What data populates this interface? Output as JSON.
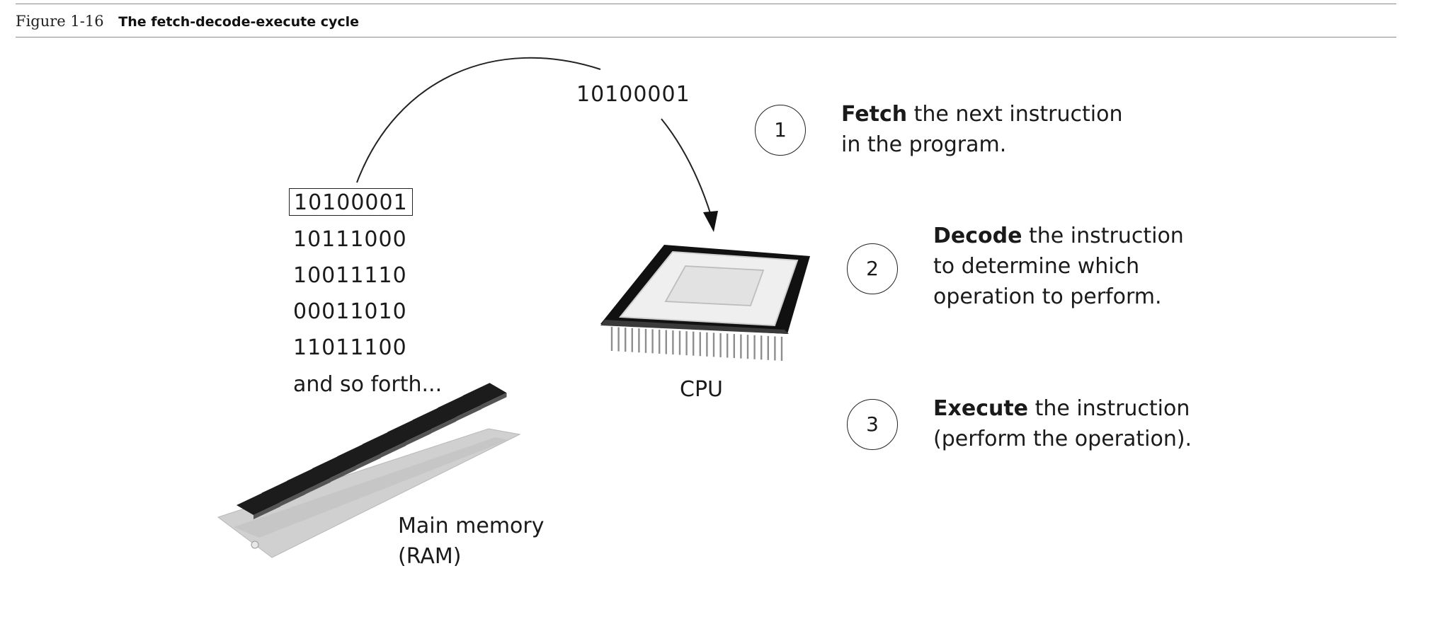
{
  "caption": {
    "number": "Figure 1-16",
    "title": "The fetch-decode-execute cycle"
  },
  "fetched_instruction": "10100001",
  "memory": {
    "lines": [
      "10100001",
      "10111000",
      "10011110",
      "00011010",
      "11011100",
      "and so forth..."
    ],
    "label_line1": "Main memory",
    "label_line2": "(RAM)"
  },
  "cpu": {
    "label": "CPU"
  },
  "steps": [
    {
      "number": "1",
      "keyword": "Fetch",
      "line1_rest": " the next instruction",
      "line2": "in the program.",
      "line3": ""
    },
    {
      "number": "2",
      "keyword": "Decode",
      "line1_rest": " the instruction",
      "line2": "to determine which",
      "line3": "operation to perform."
    },
    {
      "number": "3",
      "keyword": "Execute",
      "line1_rest": " the instruction",
      "line2": "(perform the operation).",
      "line3": ""
    }
  ],
  "colors": {
    "chip_dark": "#1c1c1c",
    "chip_light": "#e9e9e9",
    "board": "#d4d4d4",
    "pins": "#9a9a9a"
  }
}
